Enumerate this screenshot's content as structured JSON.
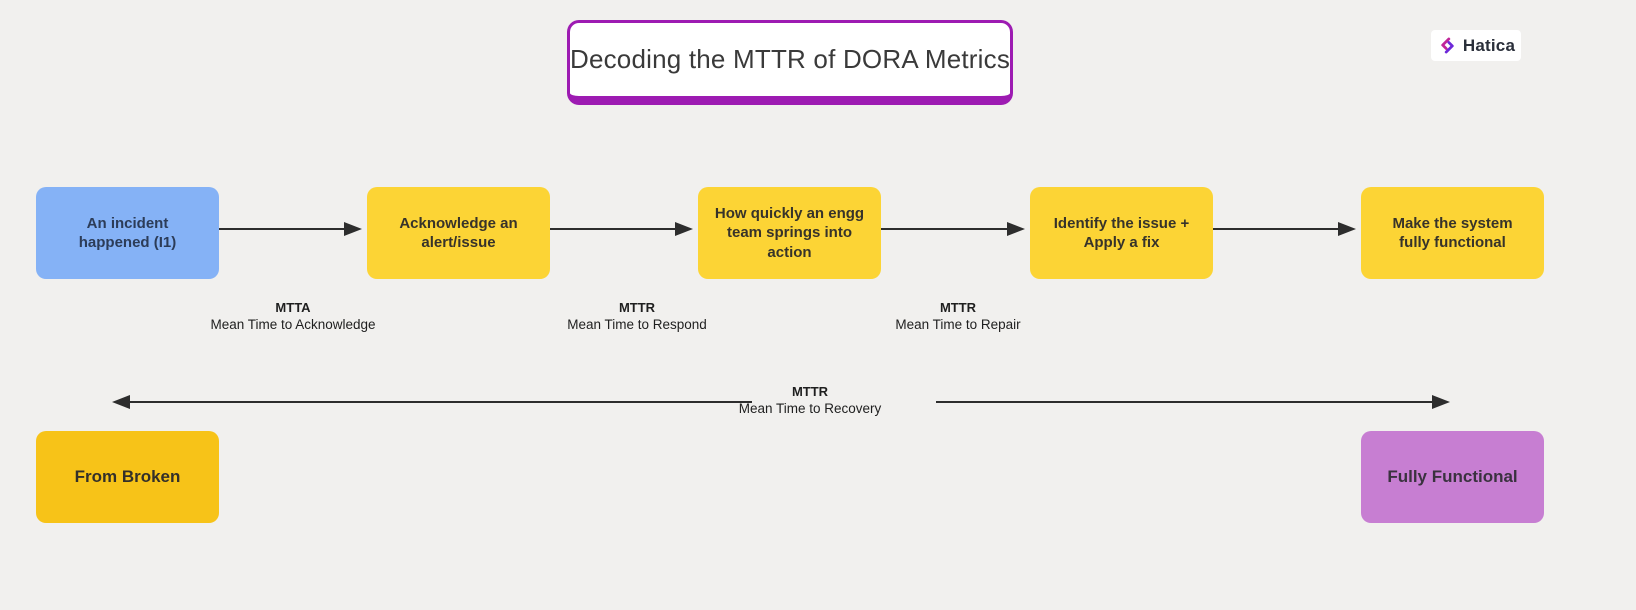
{
  "title": {
    "text": "Decoding the MTTR of DORA Metrics",
    "border_color": "#9d1bb2",
    "background": "#ffffff"
  },
  "logo": {
    "text": "Hatica",
    "icon": "hatica-logo-icon",
    "icon_colors": [
      "#c02699",
      "#6d28d9"
    ]
  },
  "flow": {
    "boxes": [
      {
        "label": "An incident\nhappened (I1)",
        "color": "#85b2f6",
        "text_color": "#2c3c58"
      },
      {
        "label": "Acknowledge an\nalert/issue",
        "color": "#fcd435",
        "text_color": "#37332a"
      },
      {
        "label": "How quickly an engg\nteam springs into\naction",
        "color": "#fcd435",
        "text_color": "#37332a"
      },
      {
        "label": "Identify the issue +\nApply a fix",
        "color": "#fcd435",
        "text_color": "#37332a"
      },
      {
        "label": "Make the system\nfully functional",
        "color": "#fcd435",
        "text_color": "#37332a"
      }
    ],
    "metric_labels": [
      {
        "abbr": "MTTA",
        "desc": "Mean Time to Acknowledge"
      },
      {
        "abbr": "MTTR",
        "desc": "Mean Time to Respond"
      },
      {
        "abbr": "MTTR",
        "desc": "Mean Time to Repair"
      }
    ],
    "arrow_color": "#2d2d2d"
  },
  "recovery": {
    "abbr": "MTTR",
    "desc": "Mean Time to Recovery"
  },
  "states": {
    "from": {
      "label": "From Broken",
      "color": "#f7c318"
    },
    "to": {
      "label": "Fully Functional",
      "color": "#c77ed2"
    }
  },
  "canvas": {
    "background": "#f1f0ee"
  }
}
